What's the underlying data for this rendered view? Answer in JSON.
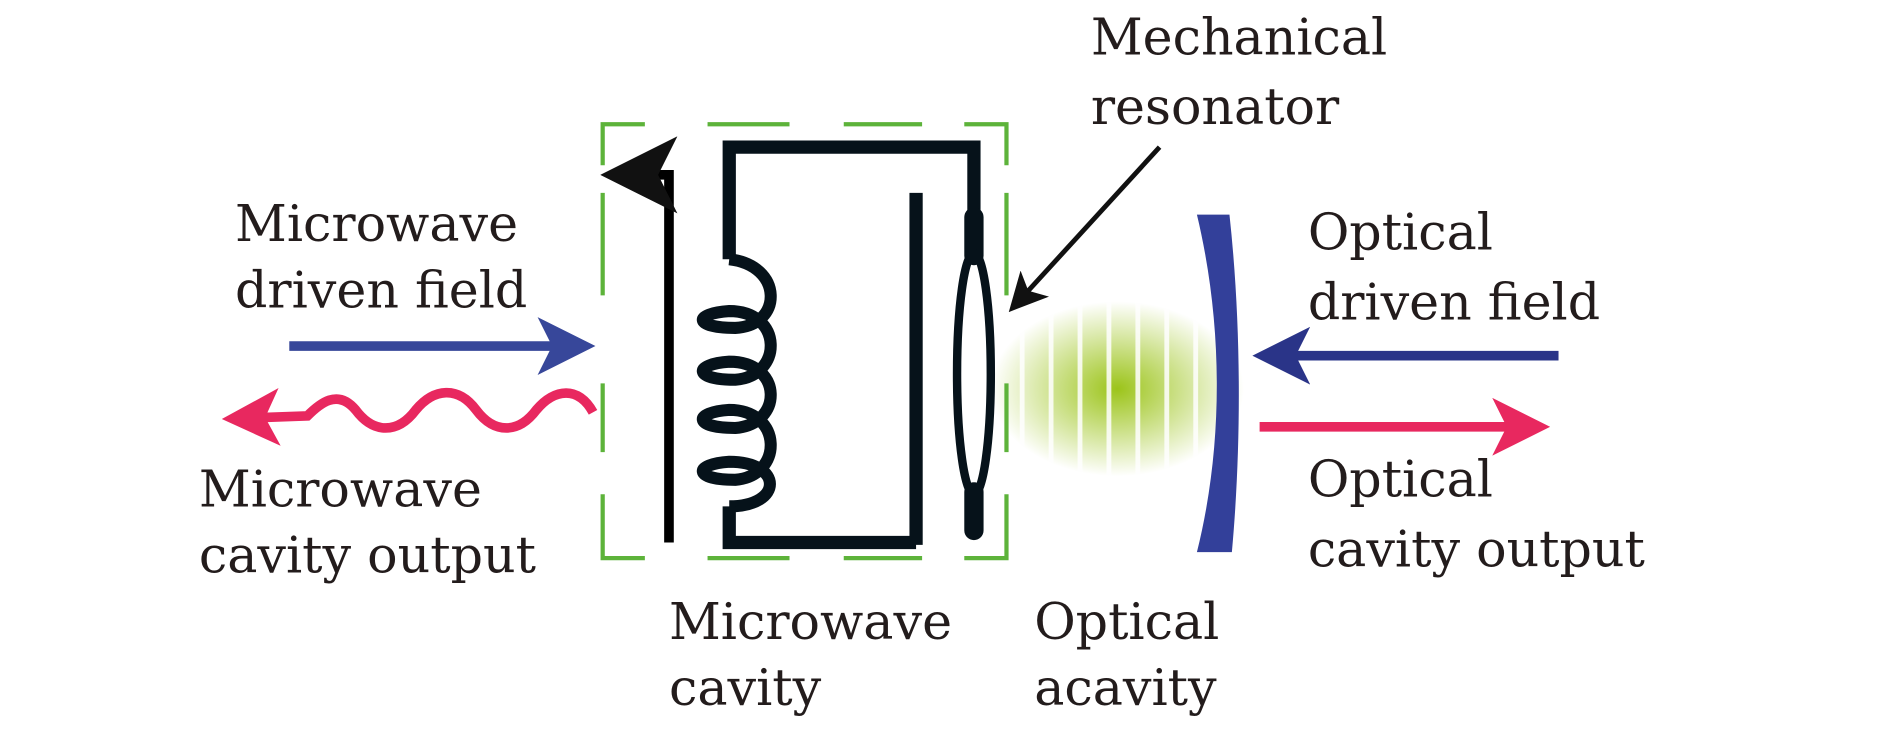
{
  "labels": {
    "mechanical_resonator": [
      "Mechanical",
      "resonator"
    ],
    "microwave_driven_field": [
      "Microwave",
      "driven field"
    ],
    "microwave_cavity_output": [
      "Microwave",
      "cavity output"
    ],
    "microwave_cavity": [
      "Microwave",
      "cavity"
    ],
    "optical_acavity": [
      "Optical",
      "acavity"
    ],
    "optical_driven_field": [
      "Optical",
      "driven field"
    ],
    "optical_cavity_output": [
      "Optical",
      "cavity output"
    ]
  },
  "colors": {
    "dashed_box": "#5db33a",
    "circuit": "#06121a",
    "blue_arrow": "#37479a",
    "pink_arrow": "#e8285f",
    "mirror": "#33409a",
    "light": "#9cc41a"
  }
}
